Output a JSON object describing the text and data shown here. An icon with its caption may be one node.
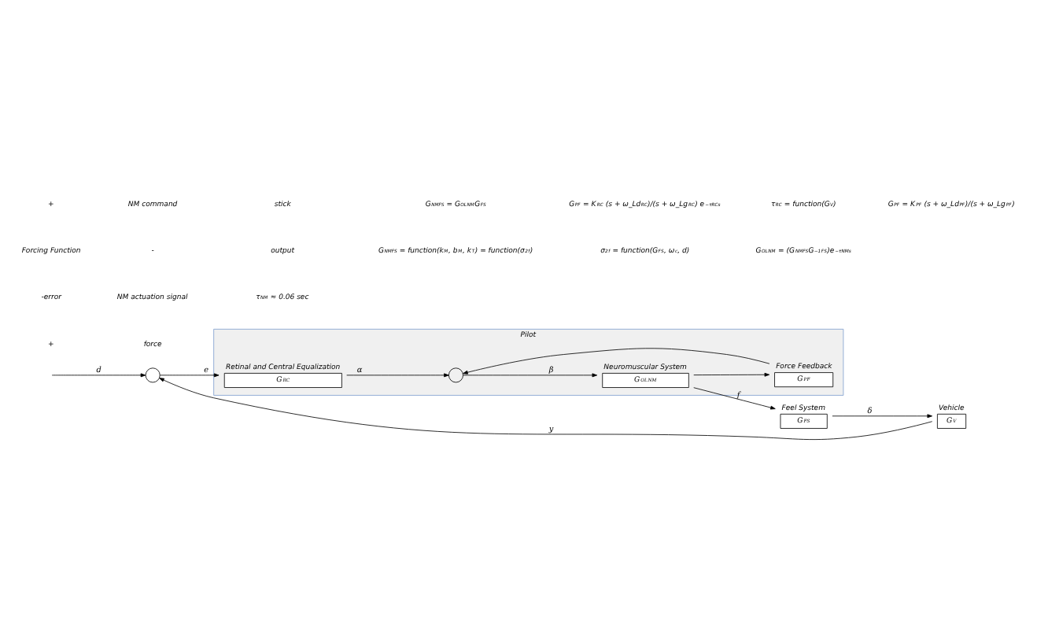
{
  "diagram": {
    "nodes": [
      {
        "text": [
          "Pilot"
        ]
      },
      {
        "text": [],
        "shape": "circle"
      },
      {
        "text": [
          "Retinal and Central Equalization",
          "G$_{RC}$"
        ],
        "in": 0
      },
      {
        "text": [],
        "shape": "circle",
        "in": 0
      },
      {
        "text": [
          "Neuromuscular System",
          "G$^{OL}$$_{NM}$"
        ],
        "in": 0
      },
      {
        "text": [
          "Force Feedback",
          "G$_{PF}$"
        ],
        "in": 0
      },
      {
        "text": [
          "Feel System",
          "G$_{FS}$"
        ]
      },
      {
        "text": [
          "Vehicle",
          "G$_{V}$"
        ]
      }
    ],
    "edges": [
      {
        "from": null,
        "to": 1,
        "arrow": "to",
        "label": "d"
      },
      {
        "from": 1,
        "to": 2,
        "arrow": "to",
        "label": "e"
      },
      {
        "from": 2,
        "to": 3,
        "arrow": "to",
        "label": "α"
      },
      {
        "from": 3,
        "to": 4,
        "arrow": "to",
        "label": "β"
      },
      {
        "from": 4,
        "to": 6,
        "arrow": "to",
        "label": "f"
      },
      {
        "from": 4,
        "to": 5,
        "arrow": "to"
      },
      {
        "from": 5,
        "to": 3,
        "arrow": "to"
      },
      {
        "from": 6,
        "to": 7,
        "arrow": "to",
        "label": "δ"
      },
      {
        "from": 7,
        "to": 1,
        "arrow": "to",
        "label": "y"
      }
    ],
    "labels": [
      "G$_{NMFS}$ = G$^{OL}$$_{NM}$G$_{FS}$",
      "+",
      "Forcing Function",
      "-error",
      "+",
      "NM command",
      "-",
      "NM actuation signal",
      "force",
      "stick",
      "output",
      "G$_{NMFS}$ = function(k$_{M}$, b$_{M}$, k$_{T}$) = function(σ$^{2}$$_{f}$)",
      "G$_{PF}$ = K$_{RC}$ (s + ω_Ld$_{RC}$)/(s + ω_Lg$_{RC}$) e$^{−τRCs}$",
      "σ$^{2}$$_{f}$ = function(G$_{FS}$, ω$_{c}$, d)",
      "τ$_{RC}$ = function(G$_{V}$)",
      "G$^{OL}$$_{NM}$ = (G$_{NMFS}$G$^{−1}$$_{FS}$)e$^{−τNMs}$",
      "G$_{PF}$ = K$_{PF}$ (s + ω_Ld$_{PF}$)/(s + ω_Lg$_{PF}$)",
      "τ$_{NM}$ ≈ 0.06 sec"
    ]
  }
}
